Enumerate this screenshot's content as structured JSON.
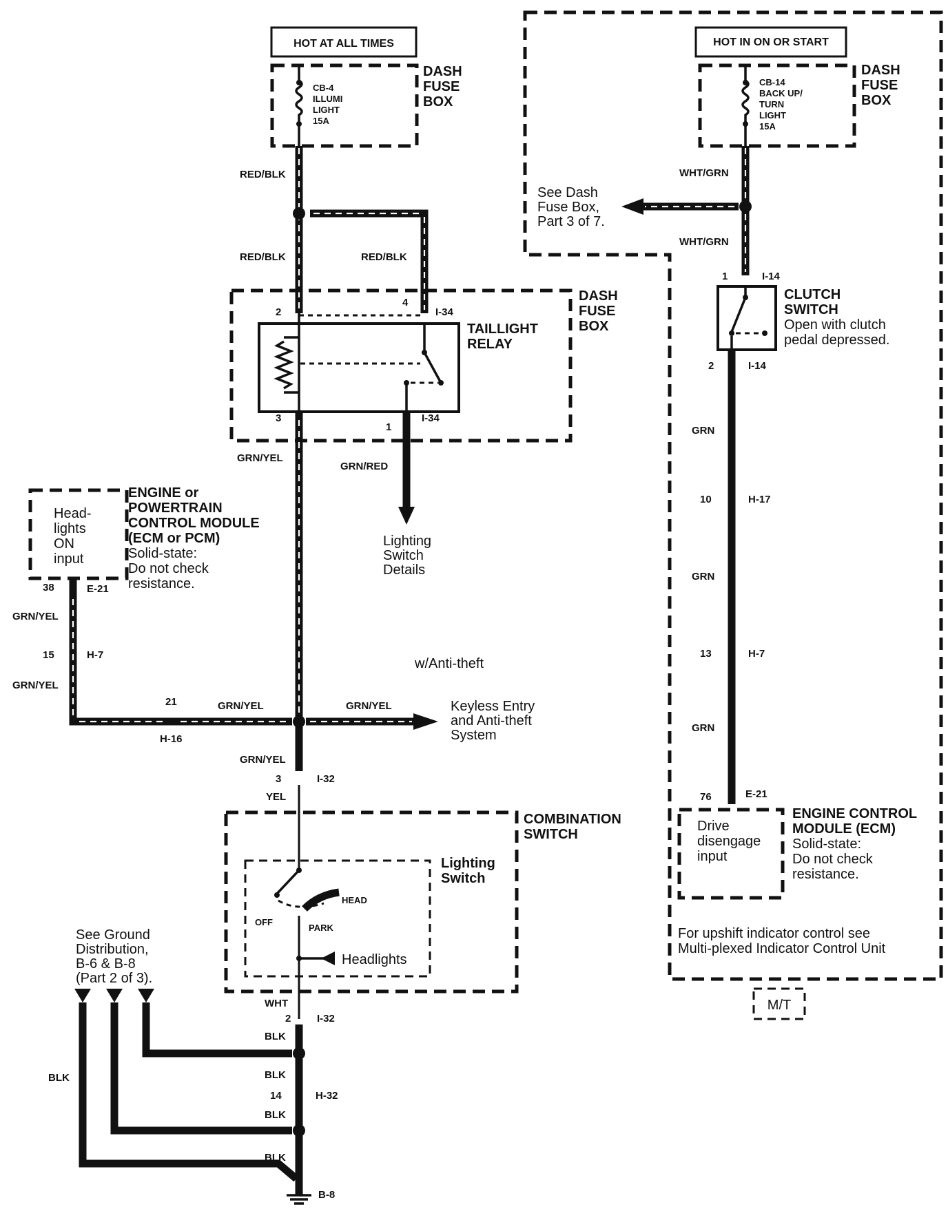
{
  "headers": {
    "left": "HOT AT ALL TIMES",
    "right": "HOT IN ON OR START"
  },
  "fuse_left": {
    "lines": [
      "CB-4",
      "ILLUMI",
      "LIGHT",
      "15A"
    ]
  },
  "fuse_right": {
    "lines": [
      "CB-14",
      "BACK UP/",
      "TURN",
      "LIGHT",
      "15A"
    ]
  },
  "dash_fuse_box_lines": [
    "DASH",
    "FUSE",
    "BOX"
  ],
  "taillight_relay_lines": [
    "TAILLIGHT",
    "RELAY"
  ],
  "clutch_switch": {
    "title": [
      "CLUTCH",
      "SWITCH"
    ],
    "desc": [
      "Open with clutch",
      "pedal depressed."
    ]
  },
  "see_dash_fuse": [
    "See Dash",
    "Fuse Box,",
    "Part 3 of 7."
  ],
  "lighting_switch_details": [
    "Lighting",
    "Switch",
    "Details"
  ],
  "ecm_pcm": {
    "title": [
      "ENGINE or",
      "POWERTRAIN",
      "CONTROL MODULE",
      "(ECM or PCM)"
    ],
    "desc": [
      "Solid-state:",
      "Do not check",
      "resistance."
    ],
    "input": [
      "Head-",
      "lights",
      "ON",
      "input"
    ]
  },
  "ecm": {
    "title": [
      "ENGINE CONTROL",
      "MODULE (ECM)"
    ],
    "desc": [
      "Solid-state:",
      "Do not check",
      "resistance."
    ],
    "input": [
      "Drive",
      "disengage",
      "input"
    ]
  },
  "anti_theft_label": "w/Anti-theft",
  "keyless_entry": [
    "Keyless Entry",
    "and Anti-theft",
    "System"
  ],
  "combination_switch": [
    "COMBINATION",
    "SWITCH"
  ],
  "lighting_switch": [
    "Lighting",
    "Switch"
  ],
  "switch_positions": {
    "off": "OFF",
    "park": "PARK",
    "head": "HEAD",
    "headlights": "Headlights"
  },
  "see_ground": [
    "See Ground",
    "Distribution,",
    "B-6 & B-8",
    "(Part 2 of 3)."
  ],
  "upshift_note": [
    "For upshift indicator control see",
    "Multi-plexed Indicator Control Unit"
  ],
  "mt_label": "M/T",
  "wires": {
    "red_blk_1": "RED/BLK",
    "red_blk_2": "RED/BLK",
    "red_blk_3": "RED/BLK",
    "wht_grn_1": "WHT/GRN",
    "wht_grn_2": "WHT/GRN",
    "grn_yel_1": "GRN/YEL",
    "grn_red": "GRN/RED",
    "grn_yel_2": "GRN/YEL",
    "grn_yel_3": "GRN/YEL",
    "grn_yel_4": "GRN/YEL",
    "grn_yel_5": "GRN/YEL",
    "grn_yel_6": "GRN/YEL",
    "yel": "YEL",
    "wht": "WHT",
    "blk_1": "BLK",
    "blk_2": "BLK",
    "blk_3": "BLK",
    "blk_4": "BLK",
    "blk_5": "BLK",
    "grn_1": "GRN",
    "grn_2": "GRN",
    "grn_3": "GRN"
  },
  "connectors": {
    "p2": "2",
    "p4": "4",
    "i34a": "I-34",
    "p3": "3",
    "p1": "1",
    "i34b": "I-34",
    "p38": "38",
    "e21a": "E-21",
    "p15": "15",
    "h7a": "H-7",
    "p21": "21",
    "h16": "H-16",
    "p3b": "3",
    "i32a": "I-32",
    "p2b": "2",
    "i32b": "I-32",
    "p14": "14",
    "h32": "H-32",
    "b8": "B-8",
    "p1r": "1",
    "i14a": "I-14",
    "p2r": "2",
    "i14b": "I-14",
    "p10": "10",
    "h17": "H-17",
    "p13": "13",
    "h7b": "H-7",
    "p76": "76",
    "e21b": "E-21"
  }
}
